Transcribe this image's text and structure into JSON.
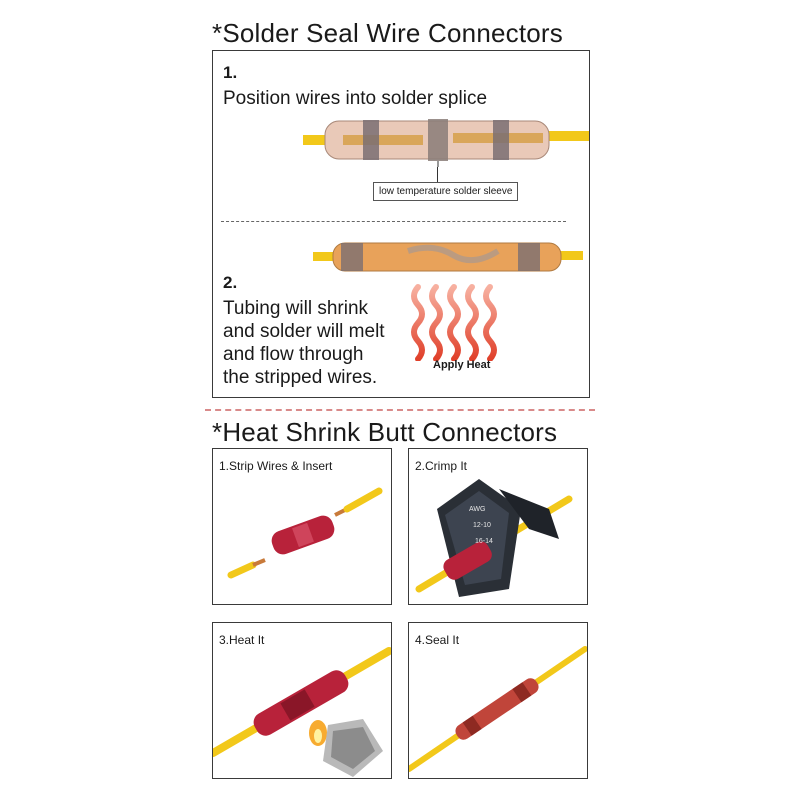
{
  "solder_section": {
    "title": "*Solder Seal Wire Connectors",
    "step1_number": "1.",
    "step1_text": "Position wires into solder splice",
    "callout": "low temperature solder sleeve",
    "step2_number": "2.",
    "step2_lines": [
      "Tubing will shrink",
      "and solder will melt",
      "and flow through",
      "the stripped wires."
    ],
    "heat_label": "Apply Heat"
  },
  "butt_section": {
    "title": "*Heat Shrink Butt Connectors",
    "panels": [
      {
        "label": "1.Strip Wires & Insert"
      },
      {
        "label": "2.Crimp It"
      },
      {
        "label": "3.Heat It"
      },
      {
        "label": "4.Seal It"
      }
    ]
  },
  "colors": {
    "wire_yellow": "#f2c81a",
    "tube_red": "#b8223a",
    "heat_red": "#e0402a",
    "sleeve_amber": "#e8a25a",
    "divider_pink": "#d98a8a"
  }
}
